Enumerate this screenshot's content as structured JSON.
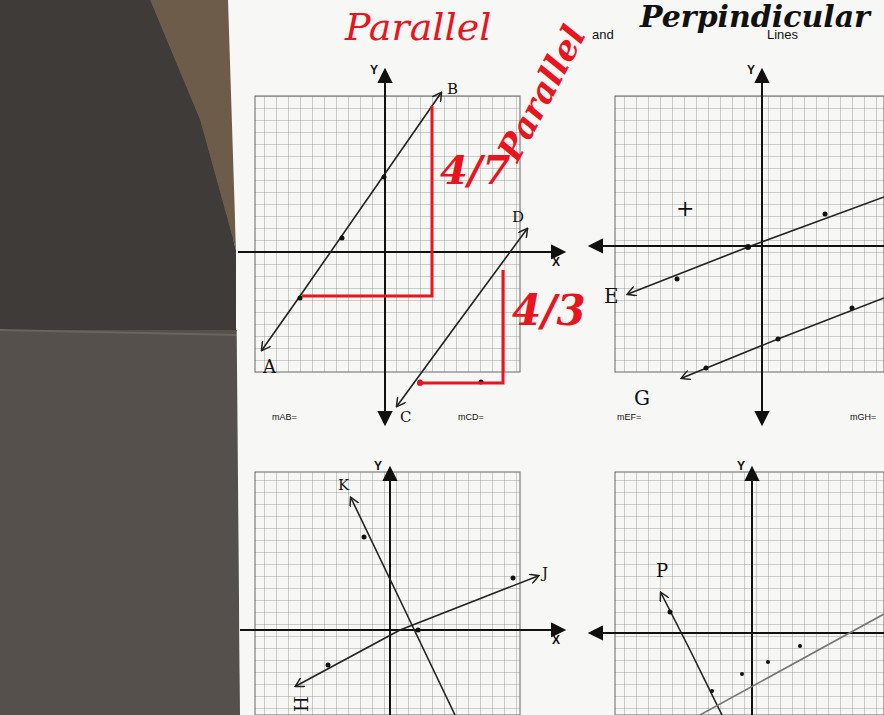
{
  "diagram": {
    "title": "Parallel",
    "labels": [
      "and",
      "Perpindicular",
      "Lines",
      "Y",
      "B",
      "4/7",
      "Parallel",
      "D",
      "X",
      "4/3",
      "A",
      "C",
      "mAB=",
      "mCD=",
      "Y",
      "+",
      "E",
      "G",
      "mEF=",
      "mGH=",
      "Y",
      "K",
      "J",
      "X",
      "H",
      "Y",
      "P"
    ]
  }
}
